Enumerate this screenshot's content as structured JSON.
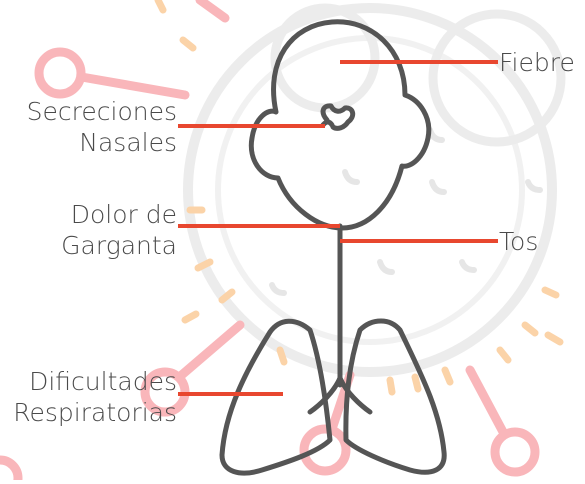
{
  "labels": {
    "fever": "Fiebre",
    "nasal_1": "Secreciones",
    "nasal_2": "Nasales",
    "throat_1": "Dolor de",
    "throat_2": "Garganta",
    "cough": "Tos",
    "breath_1": "Dificultades",
    "breath_2": "Respiratorias"
  },
  "colors": {
    "figure": "#555555",
    "pointer": "#e8472f",
    "virus_gray": "#ececec",
    "virus_pink": "#f9b6ba",
    "virus_orange": "#fbd3a8",
    "text": "#4a4a4a"
  }
}
